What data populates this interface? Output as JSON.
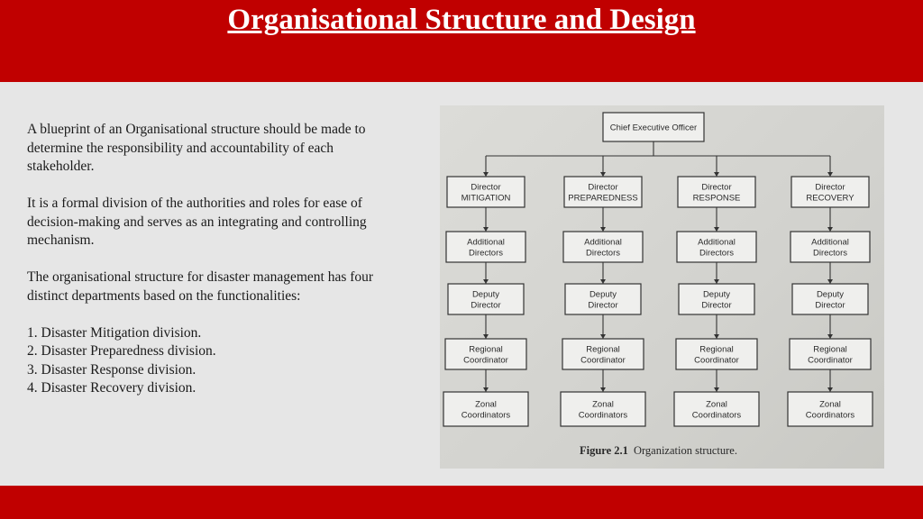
{
  "slide": {
    "title": "Organisational Structure and Design",
    "paragraphs": [
      "A blueprint of an Organisational structure should be made to determine the responsibility and accountability of each stakeholder.",
      "It is a formal division of the authorities and roles for ease of decision-making and serves as an integrating and controlling mechanism.",
      "The organisational structure for disaster management has four distinct departments based on the functionalities:"
    ],
    "list": [
      "1. Disaster Mitigation division.",
      "2. Disaster Preparedness division.",
      "3. Disaster Response division.",
      "4. Disaster Recovery division."
    ]
  },
  "figure": {
    "root": [
      "Chief Executive Officer"
    ],
    "columns": [
      [
        [
          "Director",
          "MITIGATION"
        ],
        [
          "Additional",
          "Directors"
        ],
        [
          "Deputy",
          "Director"
        ],
        [
          "Regional",
          "Coordinator"
        ],
        [
          "Zonal",
          "Coordinators"
        ]
      ],
      [
        [
          "Director",
          "PREPAREDNESS"
        ],
        [
          "Additional",
          "Directors"
        ],
        [
          "Deputy",
          "Director"
        ],
        [
          "Regional",
          "Coordinator"
        ],
        [
          "Zonal",
          "Coordinators"
        ]
      ],
      [
        [
          "Director",
          "RESPONSE"
        ],
        [
          "Additional",
          "Directors"
        ],
        [
          "Deputy",
          "Director"
        ],
        [
          "Regional",
          "Coordinator"
        ],
        [
          "Zonal",
          "Coordinators"
        ]
      ],
      [
        [
          "Director",
          "RECOVERY"
        ],
        [
          "Additional",
          "Directors"
        ],
        [
          "Deputy",
          "Director"
        ],
        [
          "Regional",
          "Coordinator"
        ],
        [
          "Zonal",
          "Coordinators"
        ]
      ]
    ],
    "caption_label": "Figure 2.1",
    "caption_text": "Organization structure."
  }
}
